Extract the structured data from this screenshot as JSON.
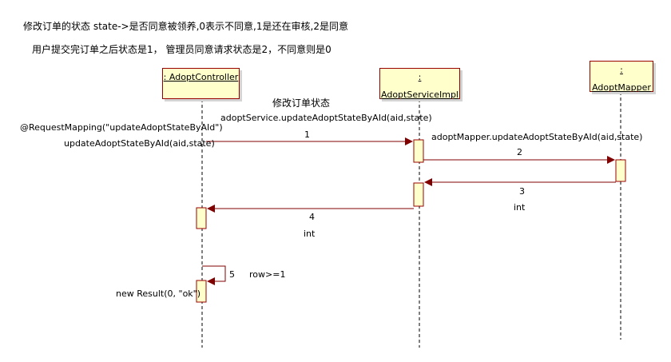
{
  "notes": {
    "line1": "修改订单的状态 state->是否同意被领养,0表示不同意,1是还在审核,2是同意",
    "line2": "用户提交完订单之后状态是1，  管理员同意请求状态是2，不同意则是0"
  },
  "lifelines": [
    {
      "name": ": AdoptController"
    },
    {
      "name": ": AdoptServiceImpl"
    },
    {
      "name": ": AdoptMapper"
    }
  ],
  "labels": {
    "title": "修改订单状态",
    "service_call": "adoptService.updateAdoptStateByAId(aid,state)",
    "request_mapping": "@RequestMapping(\"updateAdoptStateByAId\")",
    "controller_method": "updateAdoptStateByAId(aid,state)",
    "mapper_call": "adoptMapper.updateAdoptStateByAId(aid,state)",
    "result": "new Result(0, \"ok\")",
    "condition": "row>=1"
  },
  "messages": [
    {
      "number": "1",
      "text": ""
    },
    {
      "number": "2",
      "text": ""
    },
    {
      "number": "3",
      "text": "int"
    },
    {
      "number": "4",
      "text": "int"
    },
    {
      "number": "5",
      "text": ""
    }
  ],
  "colors": {
    "arrow": "#800000",
    "box_fill": "#ffffcc",
    "box_border": "#990000",
    "lifeline": "#000000"
  }
}
